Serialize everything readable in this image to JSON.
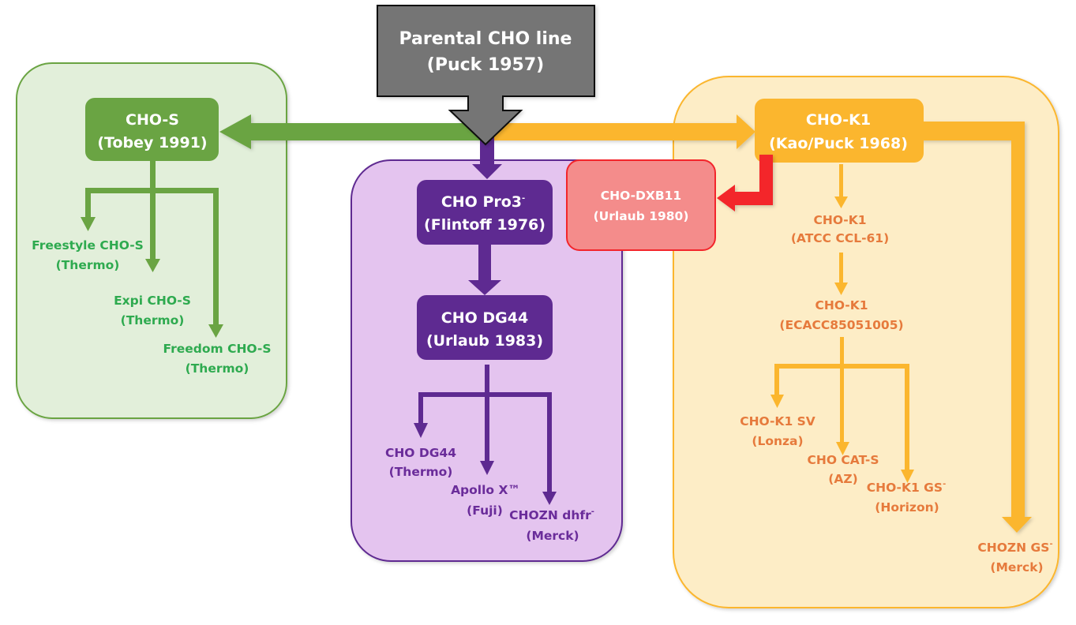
{
  "colors": {
    "green": "#6aa443",
    "green_bg": "#e2efda",
    "green_text": "#2eaa4f",
    "purple": "#5e2a91",
    "purple_bg": "#e4c4ef",
    "purple_text": "#6a2c9a",
    "orange": "#fbb62e",
    "orange_bg": "#fdedc6",
    "orange_text": "#e67a3c",
    "red": "#f3252b",
    "red_bg": "#f48c8b",
    "gray": "#757575"
  },
  "root": {
    "line1": "Parental CHO line",
    "line2": "(Puck 1957)"
  },
  "green_group": {
    "main": {
      "line1": "CHO-S",
      "line2": "(Tobey 1991)"
    },
    "leaves": [
      {
        "line1": "Freestyle CHO-S",
        "line2": "(Thermo)"
      },
      {
        "line1": "Expi CHO-S",
        "line2": "(Thermo)"
      },
      {
        "line1": "Freedom CHO-S",
        "line2": "(Thermo)"
      }
    ]
  },
  "purple_group": {
    "main1": {
      "line1": "CHO Pro3",
      "line1_sup": "-",
      "line2": "(Flintoff 1976)"
    },
    "main2": {
      "line1": "CHO DG44",
      "line2": "(Urlaub 1983)"
    },
    "leaves": [
      {
        "line1": "CHO DG44",
        "line1_sup": "",
        "line2": "(Thermo)"
      },
      {
        "line1": "Apollo X™",
        "line1_sup": "",
        "line2": "(Fuji)"
      },
      {
        "line1": "CHOZN dhfr",
        "line1_sup": "-",
        "line2": "(Merck)"
      }
    ]
  },
  "red_node": {
    "line1": "CHO-DXB11",
    "line2": "(Urlaub 1980)"
  },
  "orange_group": {
    "main": {
      "line1": "CHO-K1",
      "line2": "(Kao/Puck 1968)"
    },
    "chain": [
      {
        "line1": "CHO-K1",
        "line2": "(ATCC CCL-61)"
      },
      {
        "line1": "CHO-K1",
        "line2": "(ECACC85051005)"
      }
    ],
    "leaves": [
      {
        "line1": "CHO-K1 SV",
        "line1_sup": "",
        "line2": "(Lonza)"
      },
      {
        "line1": "CHO CAT-S",
        "line1_sup": "",
        "line2": "(AZ)"
      },
      {
        "line1": "CHO-K1 GS",
        "line1_sup": "-",
        "line2": "(Horizon)"
      }
    ],
    "far_leaf": {
      "line1": "CHOZN GS",
      "line1_sup": "-",
      "line2": "(Merck)"
    }
  }
}
